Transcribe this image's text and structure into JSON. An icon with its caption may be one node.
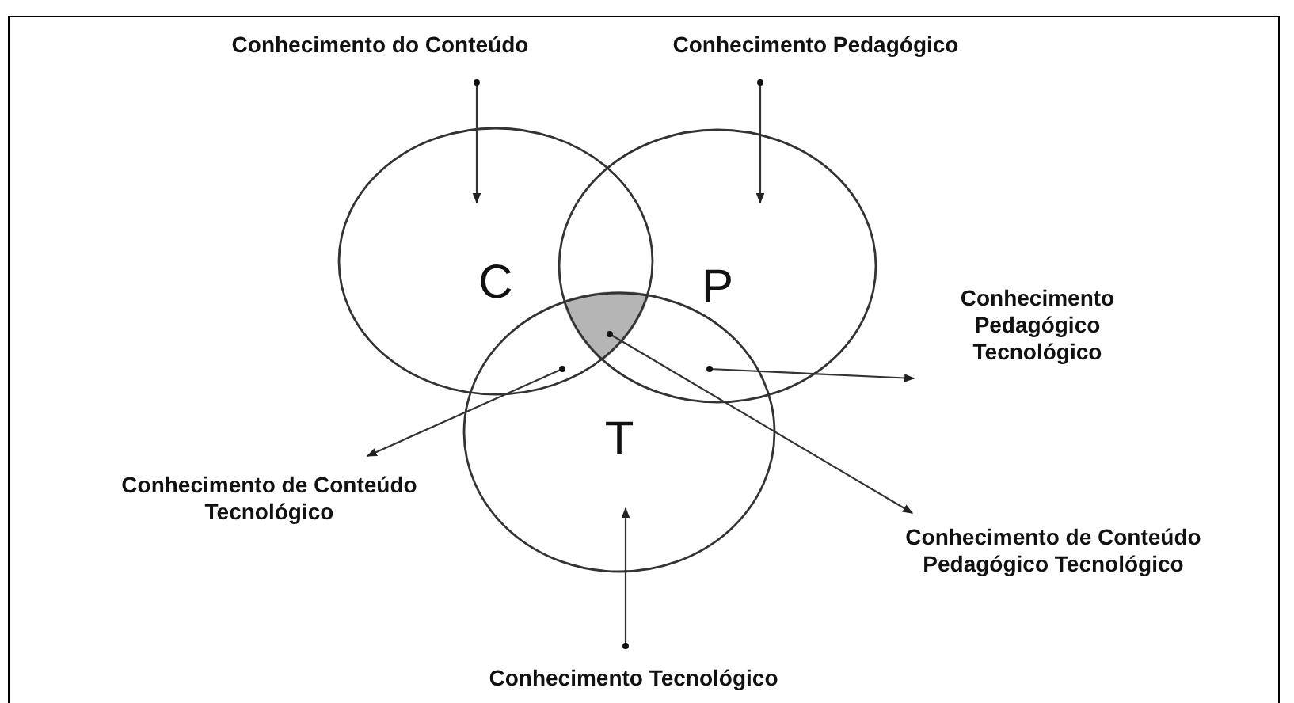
{
  "diagram": {
    "nodes": [
      {
        "text": [
          "C"
        ]
      },
      {
        "text": [
          "P"
        ]
      },
      {
        "text": [
          "T"
        ]
      },
      {
        "text": [
          "Conhecimento do Conteúdo"
        ]
      },
      {
        "text": [
          "Conhecimento Pedagógico"
        ]
      },
      {
        "text": [
          "Conhecimento Pedagógico Tecnológico"
        ]
      },
      {
        "text": [
          "Conhecimento de Conteúdo Tecnológico"
        ]
      },
      {
        "text": [
          "Conhecimento de Conteúdo Pedagógico Tecnológico"
        ]
      },
      {
        "text": [
          "Conhecimento Tecnológico"
        ]
      },
      {
        "text": [],
        "shape": "triangle"
      }
    ],
    "edges": [
      {
        "from": 3,
        "to": 0,
        "arrow": "to"
      },
      {
        "from": 4,
        "to": 1,
        "arrow": "to"
      },
      {
        "from": 8,
        "to": 2,
        "arrow": "to"
      },
      {
        "from": 0,
        "to": 6,
        "arrow": "to"
      },
      {
        "from": 1,
        "to": 5,
        "arrow": "to"
      },
      {
        "from": 9,
        "to": 7,
        "arrow": "to"
      }
    ]
  }
}
